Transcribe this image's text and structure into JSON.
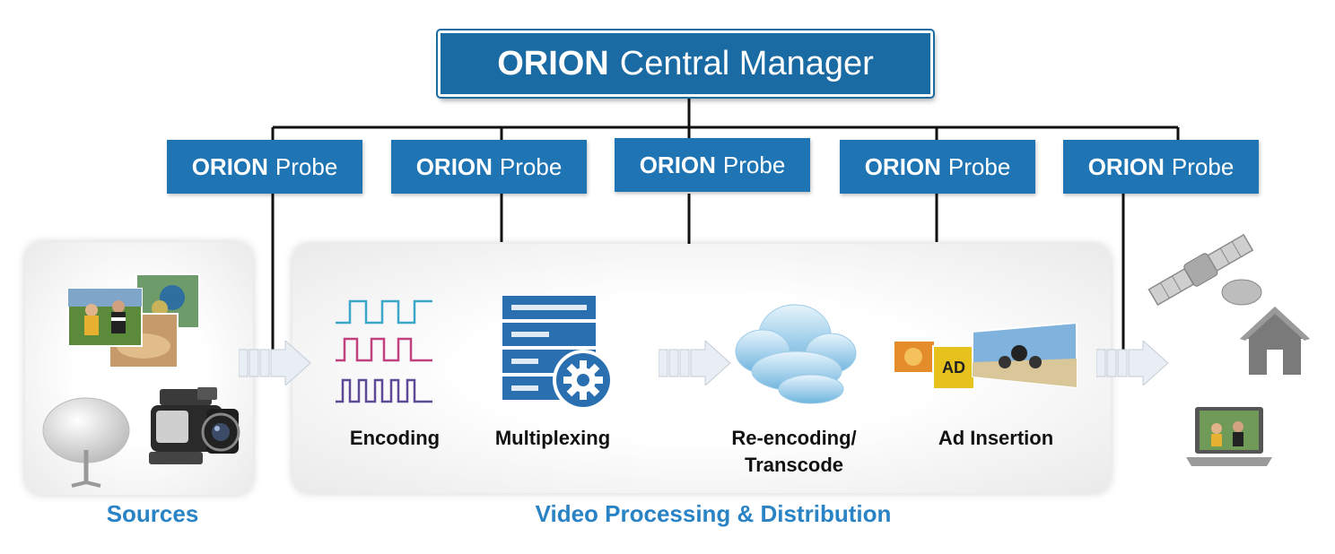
{
  "central_manager": {
    "brand": "ORION",
    "name": "Central Manager"
  },
  "probes": [
    {
      "brand": "ORION",
      "name": "Probe"
    },
    {
      "brand": "ORION",
      "name": "Probe"
    },
    {
      "brand": "ORION",
      "name": "Probe"
    },
    {
      "brand": "ORION",
      "name": "Probe"
    },
    {
      "brand": "ORION",
      "name": "Probe"
    }
  ],
  "stages": {
    "encoding": "Encoding",
    "multiplexing": "Multiplexing",
    "reencoding_line1": "Re-encoding/",
    "reencoding_line2": "Transcode",
    "ad_insertion": "Ad Insertion",
    "ad_badge": "AD"
  },
  "sections": {
    "sources": "Sources",
    "video_processing": "Video Processing & Distribution"
  },
  "colors": {
    "manager_blue": "#1a6ba3",
    "probe_blue": "#1f74b4",
    "section_label_blue": "#2a83c4",
    "signal_cyan": "#3aa7c9",
    "signal_magenta": "#c2407f",
    "signal_purple": "#5d4a96"
  },
  "icons": {
    "sources": [
      "sports-photos-icon",
      "satellite-dish-icon",
      "video-camera-icon"
    ],
    "processing": [
      "waveform-icon",
      "multiplexer-server-icon",
      "cloud-icon",
      "ad-insertion-icon"
    ],
    "destinations": [
      "satellite-icon",
      "house-icon",
      "laptop-icon"
    ]
  }
}
